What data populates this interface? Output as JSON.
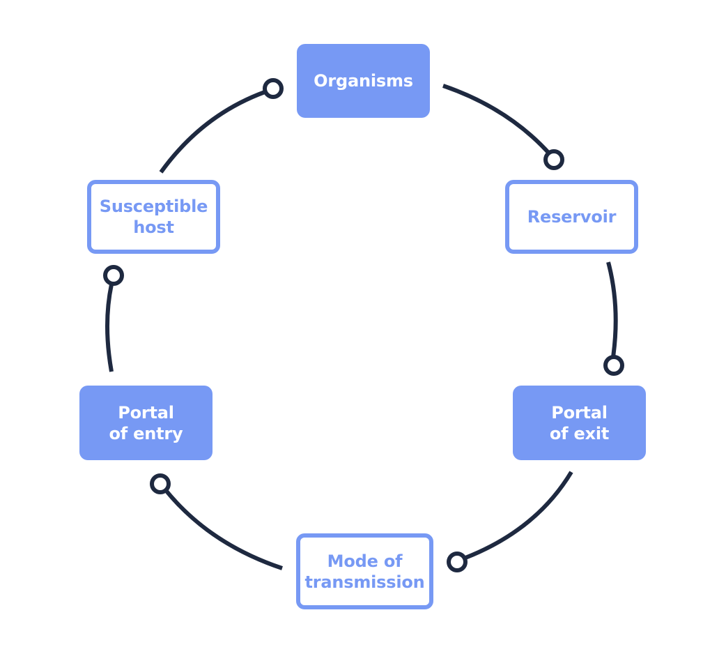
{
  "diagram": {
    "nodes": [
      {
        "id": "organisms",
        "label_line1": "Organisms",
        "label_line2": "",
        "style": "filled"
      },
      {
        "id": "reservoir",
        "label_line1": "Reservoir",
        "label_line2": "",
        "style": "outlined"
      },
      {
        "id": "portal-of-exit",
        "label_line1": "Portal",
        "label_line2": "of exit",
        "style": "filled"
      },
      {
        "id": "mode-of-transmission",
        "label_line1": "Mode of",
        "label_line2": "transmission",
        "style": "outlined"
      },
      {
        "id": "portal-of-entry",
        "label_line1": "Portal",
        "label_line2": "of entry",
        "style": "filled"
      },
      {
        "id": "susceptible-host",
        "label_line1": "Susceptible",
        "label_line2": "host",
        "style": "outlined"
      }
    ],
    "connections": [
      {
        "from": "organisms",
        "to": "reservoir"
      },
      {
        "from": "reservoir",
        "to": "portal-of-exit"
      },
      {
        "from": "portal-of-exit",
        "to": "mode-of-transmission"
      },
      {
        "from": "mode-of-transmission",
        "to": "portal-of-entry"
      },
      {
        "from": "portal-of-entry",
        "to": "susceptible-host"
      },
      {
        "from": "susceptible-host",
        "to": "organisms"
      }
    ],
    "colors": {
      "node_fill": "#7799f4",
      "node_text_filled": "#ffffff",
      "node_outline": "#7799f4",
      "connector": "#1e2940"
    }
  }
}
